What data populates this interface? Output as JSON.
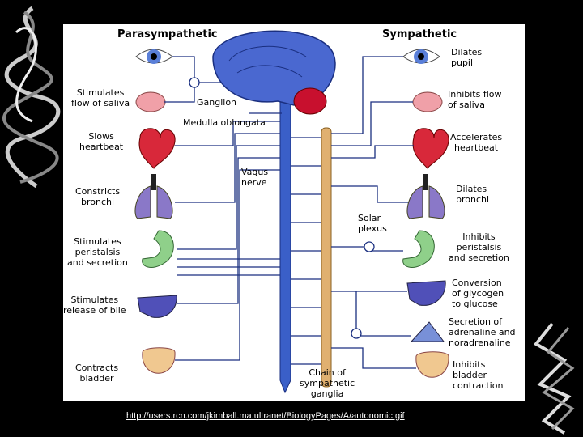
{
  "headers": {
    "left": "Parasympathetic",
    "right": "Sympathetic"
  },
  "center_labels": {
    "ganglion": "Ganglion",
    "medulla": "Medulla oblongata",
    "vagus": "Vagus\nnerve",
    "solar": "Solar\nplexus",
    "chain": "Chain of\nsympathetic\nganglia"
  },
  "left_effects": [
    "Stimulates\nflow of saliva",
    "Slows\nheartbeat",
    "Constricts\nbronchi",
    "Stimulates\nperistalsis\nand secretion",
    "Stimulates\nrelease of bile",
    "Contracts\nbladder"
  ],
  "right_effects": [
    "Dilates\npupil",
    "Inhibits flow\nof saliva",
    "Accelerates\nheartbeat",
    "Dilates\nbronchi",
    "Inhibits\nperistalsis\nand secretion",
    "Conversion\nof glycogen\nto glucose",
    "Secretion of\nadrenaline and\nnoradrenaline",
    "Inhibits\nbladder\ncontraction"
  ],
  "organ_icons": [
    "eye-icon",
    "salivary-gland-icon",
    "heart-icon",
    "lungs-icon",
    "stomach-icon",
    "liver-icon",
    "adrenal-gland-icon",
    "bladder-icon",
    "brain-icon",
    "spinal-cord-icon"
  ],
  "colors": {
    "nerve_blue": "#3a5fc8",
    "brain_blue": "#4a68d0",
    "cerebellum_red": "#c8102e",
    "chain_tan": "#e0b070",
    "heart_red": "#d8283a",
    "lung_purple": "#8a78c8",
    "stomach_green": "#8fd08a",
    "liver_purple": "#5050b8",
    "bladder_tan": "#f0c890"
  },
  "source_url": "http://users.rcn.com/jkimball.ma.ultranet/BiologyPages/A/autonomic.gif"
}
